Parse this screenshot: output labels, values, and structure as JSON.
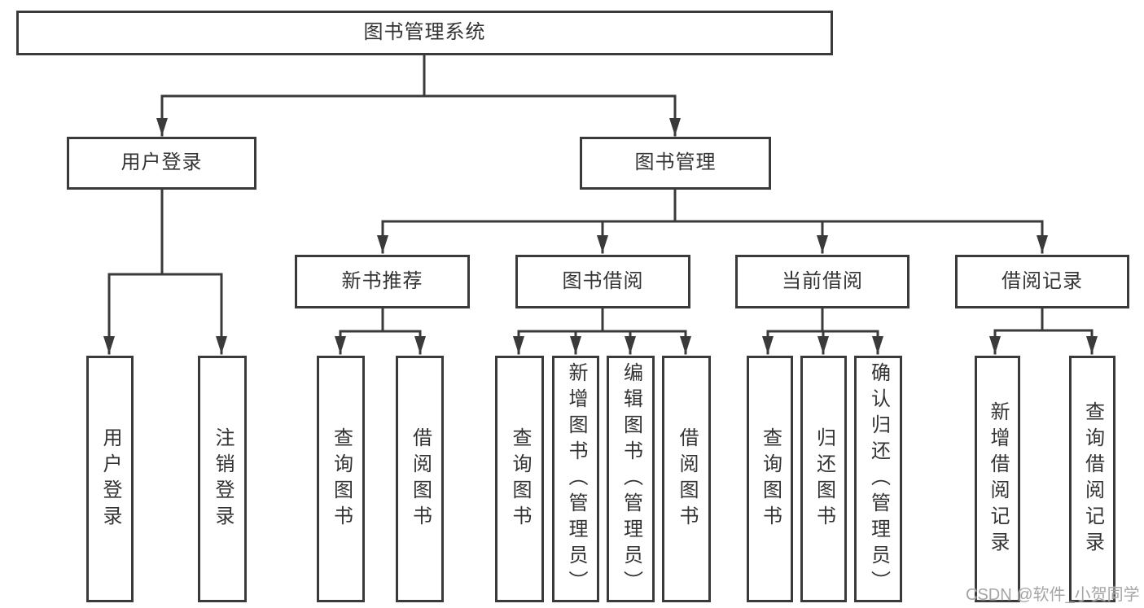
{
  "diagram": {
    "title": "图书管理系统",
    "root": {
      "label": "图书管理系统"
    },
    "branches": [
      {
        "label": "用户登录",
        "children": [
          {
            "label": "用户登录"
          },
          {
            "label": "注销登录"
          }
        ]
      },
      {
        "label": "图书管理",
        "children": [
          {
            "label": "新书推荐",
            "children": [
              {
                "label": "查询图书"
              },
              {
                "label": "借阅图书"
              }
            ]
          },
          {
            "label": "图书借阅",
            "children": [
              {
                "label": "查询图书"
              },
              {
                "label": "新增图书（管理员）"
              },
              {
                "label": "编辑图书（管理员）"
              },
              {
                "label": "借阅图书"
              }
            ]
          },
          {
            "label": "当前借阅",
            "children": [
              {
                "label": "查询图书"
              },
              {
                "label": "归还图书"
              },
              {
                "label": "确认归还（管理员）"
              }
            ]
          },
          {
            "label": "借阅记录",
            "children": [
              {
                "label": "新增借阅记录"
              },
              {
                "label": "查询借阅记录"
              }
            ]
          }
        ]
      }
    ]
  },
  "watermark": {
    "text": "CSDN @软件_小贺同学"
  },
  "colors": {
    "line": "#3a3a3a",
    "box_border": "#3a3a3a",
    "box_fill": "#ffffff",
    "text": "#333333",
    "watermark": "#a0a0a0"
  }
}
